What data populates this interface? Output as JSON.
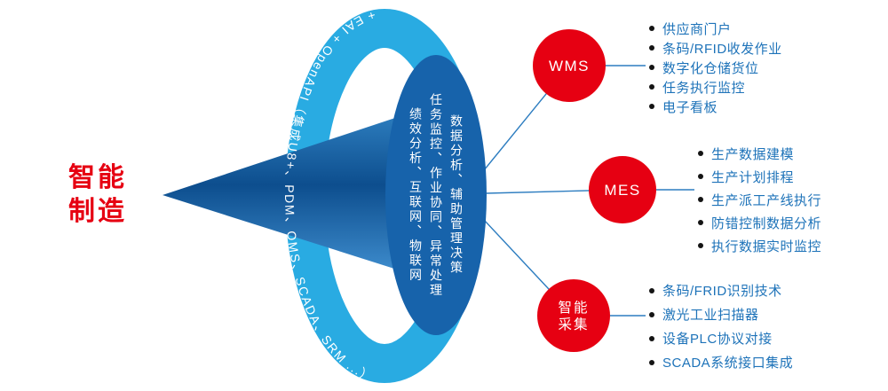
{
  "title": {
    "lines": [
      "智能",
      "制造"
    ]
  },
  "ring": {
    "label": "+ EAI + OpenAPI（集成U8+、PDM、OMS、SCADA、SRM ...）"
  },
  "core": {
    "columns": [
      "数据分析、辅助管理决策",
      "任务监控、作业协同、异常处理",
      "绩效分析、互联网、物联网"
    ]
  },
  "hubs": [
    {
      "label": "WMS",
      "items": [
        "供应商门户",
        "条码/RFID收发作业",
        "数字化仓储货位",
        "任务执行监控",
        "电子看板"
      ]
    },
    {
      "label": "MES",
      "items": [
        "生产数据建模",
        "生产计划排程",
        "生产派工产线执行",
        "防错控制数据分析",
        "执行数据实时监控"
      ]
    },
    {
      "label_lines": [
        "智能",
        "采集"
      ],
      "items": [
        "条码/FRID识别技术",
        "激光工业扫描器",
        "设备PLC协议对接",
        "SCADA系统接口集成"
      ]
    }
  ],
  "colors": {
    "accent_red": "#e60012",
    "ring_blue": "#29abe2",
    "core_blue": "#1763ab",
    "list_text_blue": "#1e73b9",
    "line_blue": "#2d7dc0",
    "title_red": "#e60012"
  }
}
